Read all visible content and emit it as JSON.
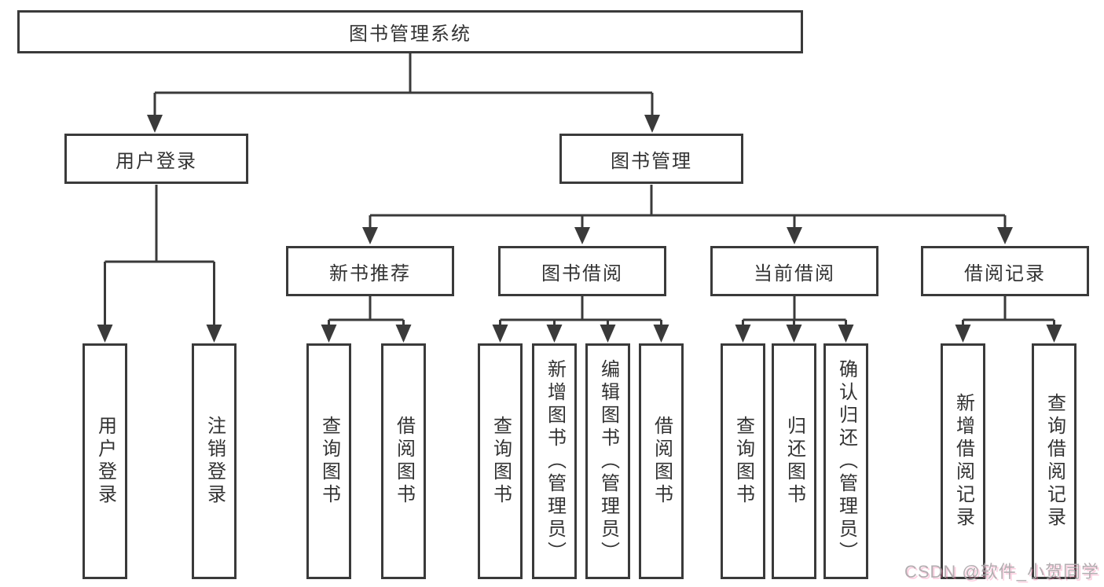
{
  "diagram": {
    "root": "图书管理系统",
    "level1": {
      "login_group": "用户登录",
      "book_management": "图书管理"
    },
    "level2": {
      "new_book": "新书推荐",
      "book_borrow": "图书借阅",
      "current_borrow": "当前借阅",
      "borrow_records": "借阅记录"
    },
    "leaves": {
      "login": [
        "用户登录",
        "注销登录"
      ],
      "new_book": [
        "查询图书",
        "借阅图书"
      ],
      "book_borrow": [
        "查询图书",
        "新增图书（管理员）",
        "编辑图书（管理员）",
        "借阅图书"
      ],
      "current_borrow": [
        "查询图书",
        "归还图书",
        "确认归还（管理员）"
      ],
      "borrow_records": [
        "新增借阅记录",
        "查询借阅记录"
      ]
    }
  },
  "watermark": "CSDN @软件_小贺同学",
  "colors": {
    "line": "#3a3a3a",
    "text": "#333333",
    "background": "#ffffff",
    "watermark_gray": "#afaaad",
    "watermark_pink": "#fa78aa"
  }
}
